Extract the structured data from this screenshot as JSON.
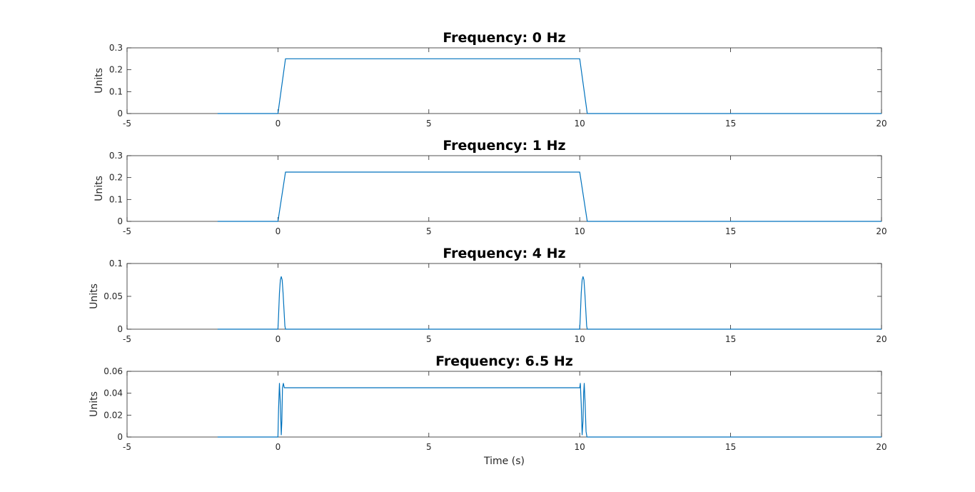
{
  "figure": {
    "xlabel": "Time (s)"
  },
  "style": {
    "line_color": "#0072BD",
    "axis_color": "#262626",
    "background": "#ffffff"
  },
  "chart_data": [
    {
      "type": "line",
      "title": "Frequency: 0 Hz",
      "xlabel": "",
      "ylabel": "Units",
      "xlim": [
        -5,
        20
      ],
      "ylim": [
        0,
        0.3
      ],
      "xticks": [
        "-5",
        "0",
        "5",
        "10",
        "15",
        "20"
      ],
      "yticks": [
        "0",
        "0.1",
        "0.2",
        "0.3"
      ],
      "grid": false,
      "series": [
        {
          "x": [
            -2,
            0,
            0.25,
            10,
            10.25,
            20
          ],
          "y": [
            0,
            0,
            0.25,
            0.25,
            0,
            0
          ]
        }
      ]
    },
    {
      "type": "line",
      "title": "Frequency: 1 Hz",
      "xlabel": "",
      "ylabel": "Units",
      "xlim": [
        -5,
        20
      ],
      "ylim": [
        0,
        0.3
      ],
      "xticks": [
        "-5",
        "0",
        "5",
        "10",
        "15",
        "20"
      ],
      "yticks": [
        "0",
        "0.1",
        "0.2",
        "0.3"
      ],
      "grid": false,
      "series": [
        {
          "x": [
            -2,
            0,
            0.25,
            10,
            10.25,
            20
          ],
          "y": [
            0,
            0,
            0.225,
            0.225,
            0,
            0
          ]
        }
      ]
    },
    {
      "type": "line",
      "title": "Frequency: 4 Hz",
      "xlabel": "",
      "ylabel": "Units",
      "xlim": [
        -5,
        20
      ],
      "ylim": [
        0,
        0.1
      ],
      "xticks": [
        "-5",
        "0",
        "5",
        "10",
        "15",
        "20"
      ],
      "yticks": [
        "0",
        "0.05",
        "0.1"
      ],
      "grid": false,
      "series": [
        {
          "x": [
            -2,
            0,
            0.02,
            0.05,
            0.08,
            0.11,
            0.14,
            0.17,
            0.2,
            0.23,
            0.25,
            10,
            10.02,
            10.05,
            10.08,
            10.11,
            10.14,
            10.17,
            10.2,
            10.23,
            10.25,
            20
          ],
          "y": [
            0,
            0,
            0.02,
            0.055,
            0.075,
            0.08,
            0.075,
            0.055,
            0.03,
            0.005,
            0,
            0,
            0.02,
            0.055,
            0.075,
            0.08,
            0.075,
            0.055,
            0.03,
            0.005,
            0,
            0
          ]
        }
      ]
    },
    {
      "type": "line",
      "title": "Frequency: 6.5 Hz",
      "xlabel": "Time (s)",
      "ylabel": "Units",
      "xlim": [
        -5,
        20
      ],
      "ylim": [
        0,
        0.06
      ],
      "xticks": [
        "-5",
        "0",
        "5",
        "10",
        "15",
        "20"
      ],
      "yticks": [
        "0",
        "0.02",
        "0.04",
        "0.06"
      ],
      "grid": false,
      "series": [
        {
          "x": [
            -2,
            0,
            0.02,
            0.05,
            0.08,
            0.11,
            0.13,
            0.15,
            0.18,
            0.21,
            0.25,
            10,
            10.02,
            10.05,
            10.08,
            10.11,
            10.13,
            10.15,
            10.18,
            10.21,
            10.24,
            10.27,
            10.3,
            20
          ],
          "y": [
            0,
            0,
            0.025,
            0.049,
            0.03,
            0.002,
            0.015,
            0.045,
            0.049,
            0.045,
            0.045,
            0.045,
            0.049,
            0.03,
            0.002,
            0.015,
            0.04,
            0.049,
            0.03,
            0.005,
            0,
            0,
            0,
            0
          ]
        }
      ]
    }
  ]
}
